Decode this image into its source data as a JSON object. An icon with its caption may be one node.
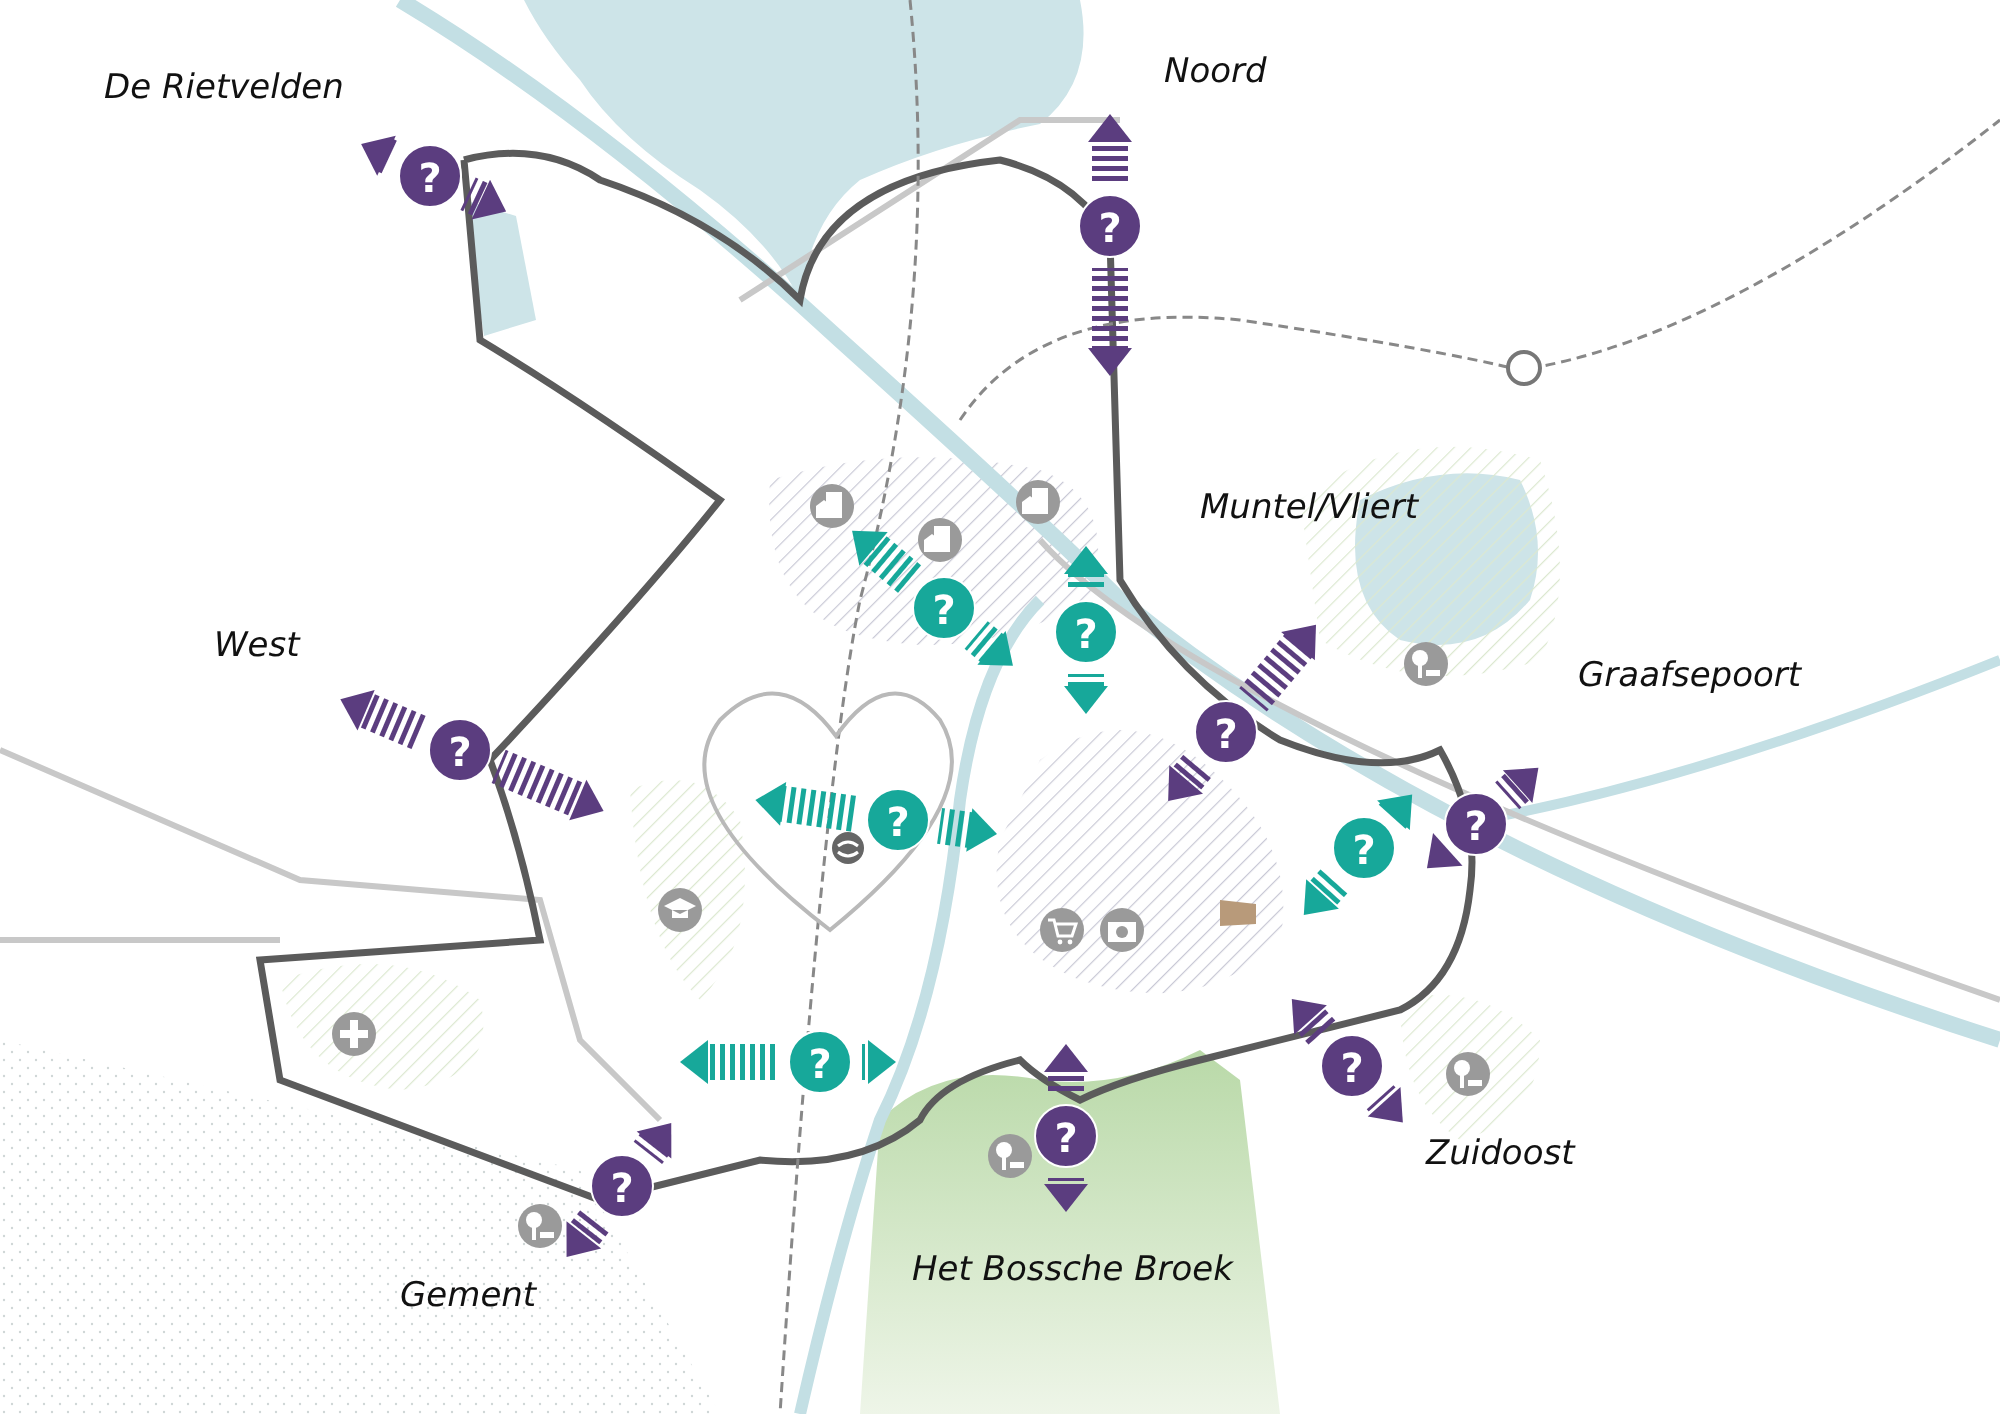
{
  "diagram": {
    "nodes": [
      {
        "text": [
          "?"
        ]
      },
      {
        "text": [
          "?"
        ]
      },
      {
        "text": [
          "?"
        ]
      },
      {
        "text": [
          "?"
        ]
      },
      {
        "text": [
          "?"
        ]
      },
      {
        "text": [
          "?"
        ]
      },
      {
        "text": [
          "?"
        ]
      },
      {
        "text": [
          "?"
        ]
      },
      {
        "text": [
          "?"
        ]
      },
      {
        "text": [
          "?"
        ]
      },
      {
        "text": [
          "?"
        ]
      },
      {
        "text": [
          "?"
        ]
      },
      {
        "text": [
          "?"
        ]
      }
    ],
    "labels": [
      "De Rietvelden",
      "Noord",
      "Muntel/Vliert",
      "West",
      "Graafsepoort",
      "Gement",
      "Het Bossche Broek",
      "Zuidoost"
    ]
  }
}
